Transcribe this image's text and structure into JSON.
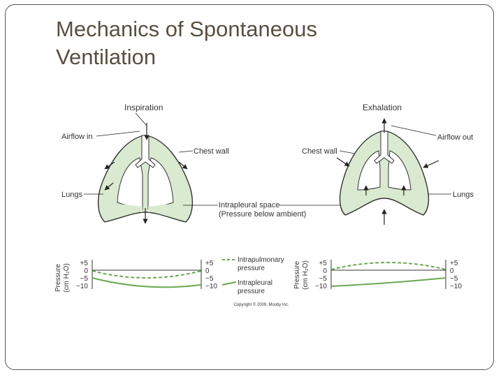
{
  "slide": {
    "title_line1": "Mechanics of Spontaneous",
    "title_line2": "Ventilation"
  },
  "diagram": {
    "inspiration": {
      "heading": "Inspiration",
      "airflow": "Airflow in",
      "chest_wall": "Chest wall",
      "lungs": "Lungs"
    },
    "exhalation": {
      "heading": "Exhalation",
      "airflow": "Airflow out",
      "chest_wall": "Chest wall",
      "lungs": "Lungs"
    },
    "intrapleural_space": "Intrapleural space",
    "intrapleural_note": "(Pressure below ambient)",
    "graph": {
      "ylabel_line1": "Pressure",
      "ylabel_line2": "(cm H₂O)",
      "tick_p5": "+5",
      "tick_0": "0",
      "tick_m5": "−5",
      "tick_m10": "−10",
      "legend_intrapulmonary_1": "Intrapulmonary",
      "legend_intrapulmonary_2": "pressure",
      "legend_intrapleural_1": "Intrapleural",
      "legend_intrapleural_2": "pressure"
    },
    "copyright": "Copyright © 2009, Mosby Inc."
  },
  "colors": {
    "lung_fill": "#d9ead0",
    "curve_green": "#6aa84f",
    "title": "#5a4e40"
  }
}
